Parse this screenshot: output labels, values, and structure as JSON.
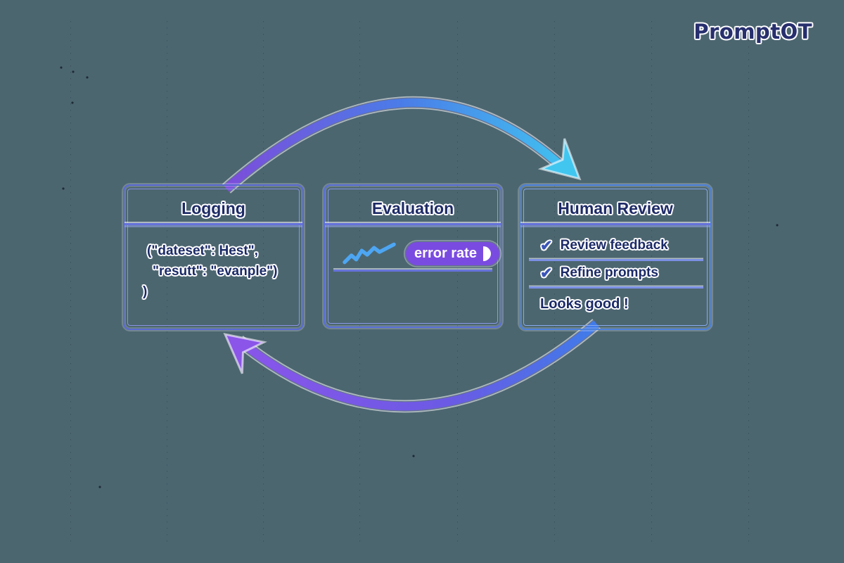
{
  "app": {
    "logo_text": "PromptOT"
  },
  "palette": {
    "background": "#4c6670",
    "box_border_indigo": "#5a6ad4",
    "box_border_blue": "#4c82de",
    "text_navy": "#1b2a66",
    "arrow_purple": "#8a55e8",
    "arrow_blue": "#4a7de8",
    "arrow_cyan": "#41c6f0",
    "badge_purple": "#7a4be0",
    "check_blue": "#3a55b8",
    "sparkline_blue": "#4da6f3"
  },
  "logging": {
    "title": "Logging",
    "code_lines": [
      "(\"dateset\": Hest\",",
      "\"resutt\": \"evanple\")",
      ")"
    ]
  },
  "evaluation": {
    "title": "Evaluation",
    "badge_label": "error rate",
    "icons": {
      "sparkline": "trend-up-sparkline",
      "badge_glyph": "right-half-circle"
    }
  },
  "human_review": {
    "title": "Human Review",
    "check_glyph": "✔",
    "items": [
      {
        "label": "Review feedback"
      },
      {
        "label": "Refine prompts"
      }
    ],
    "note": "Looks good !"
  }
}
